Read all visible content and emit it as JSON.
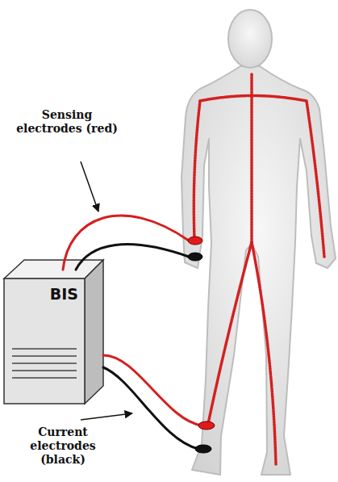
{
  "diagram": {
    "nodes": [
      {
        "text": [
          "BIS"
        ]
      }
    ],
    "labels": [
      "Sensing electrodes (red)",
      "Current electrodes (black)"
    ]
  }
}
